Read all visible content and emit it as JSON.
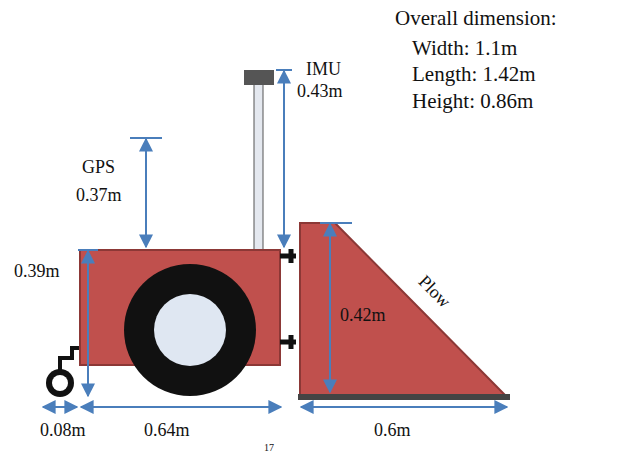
{
  "diagram": {
    "labels": [
      "Overall dimension:",
      "Width: 1.1m",
      "Length: 1.42m",
      "Height: 0.86m",
      "IMU",
      "0.43m",
      "GPS",
      "0.37m",
      "0.39m",
      "0.42m",
      "Plow",
      "0.08m",
      "0.64m",
      "0.6m",
      "17"
    ]
  }
}
